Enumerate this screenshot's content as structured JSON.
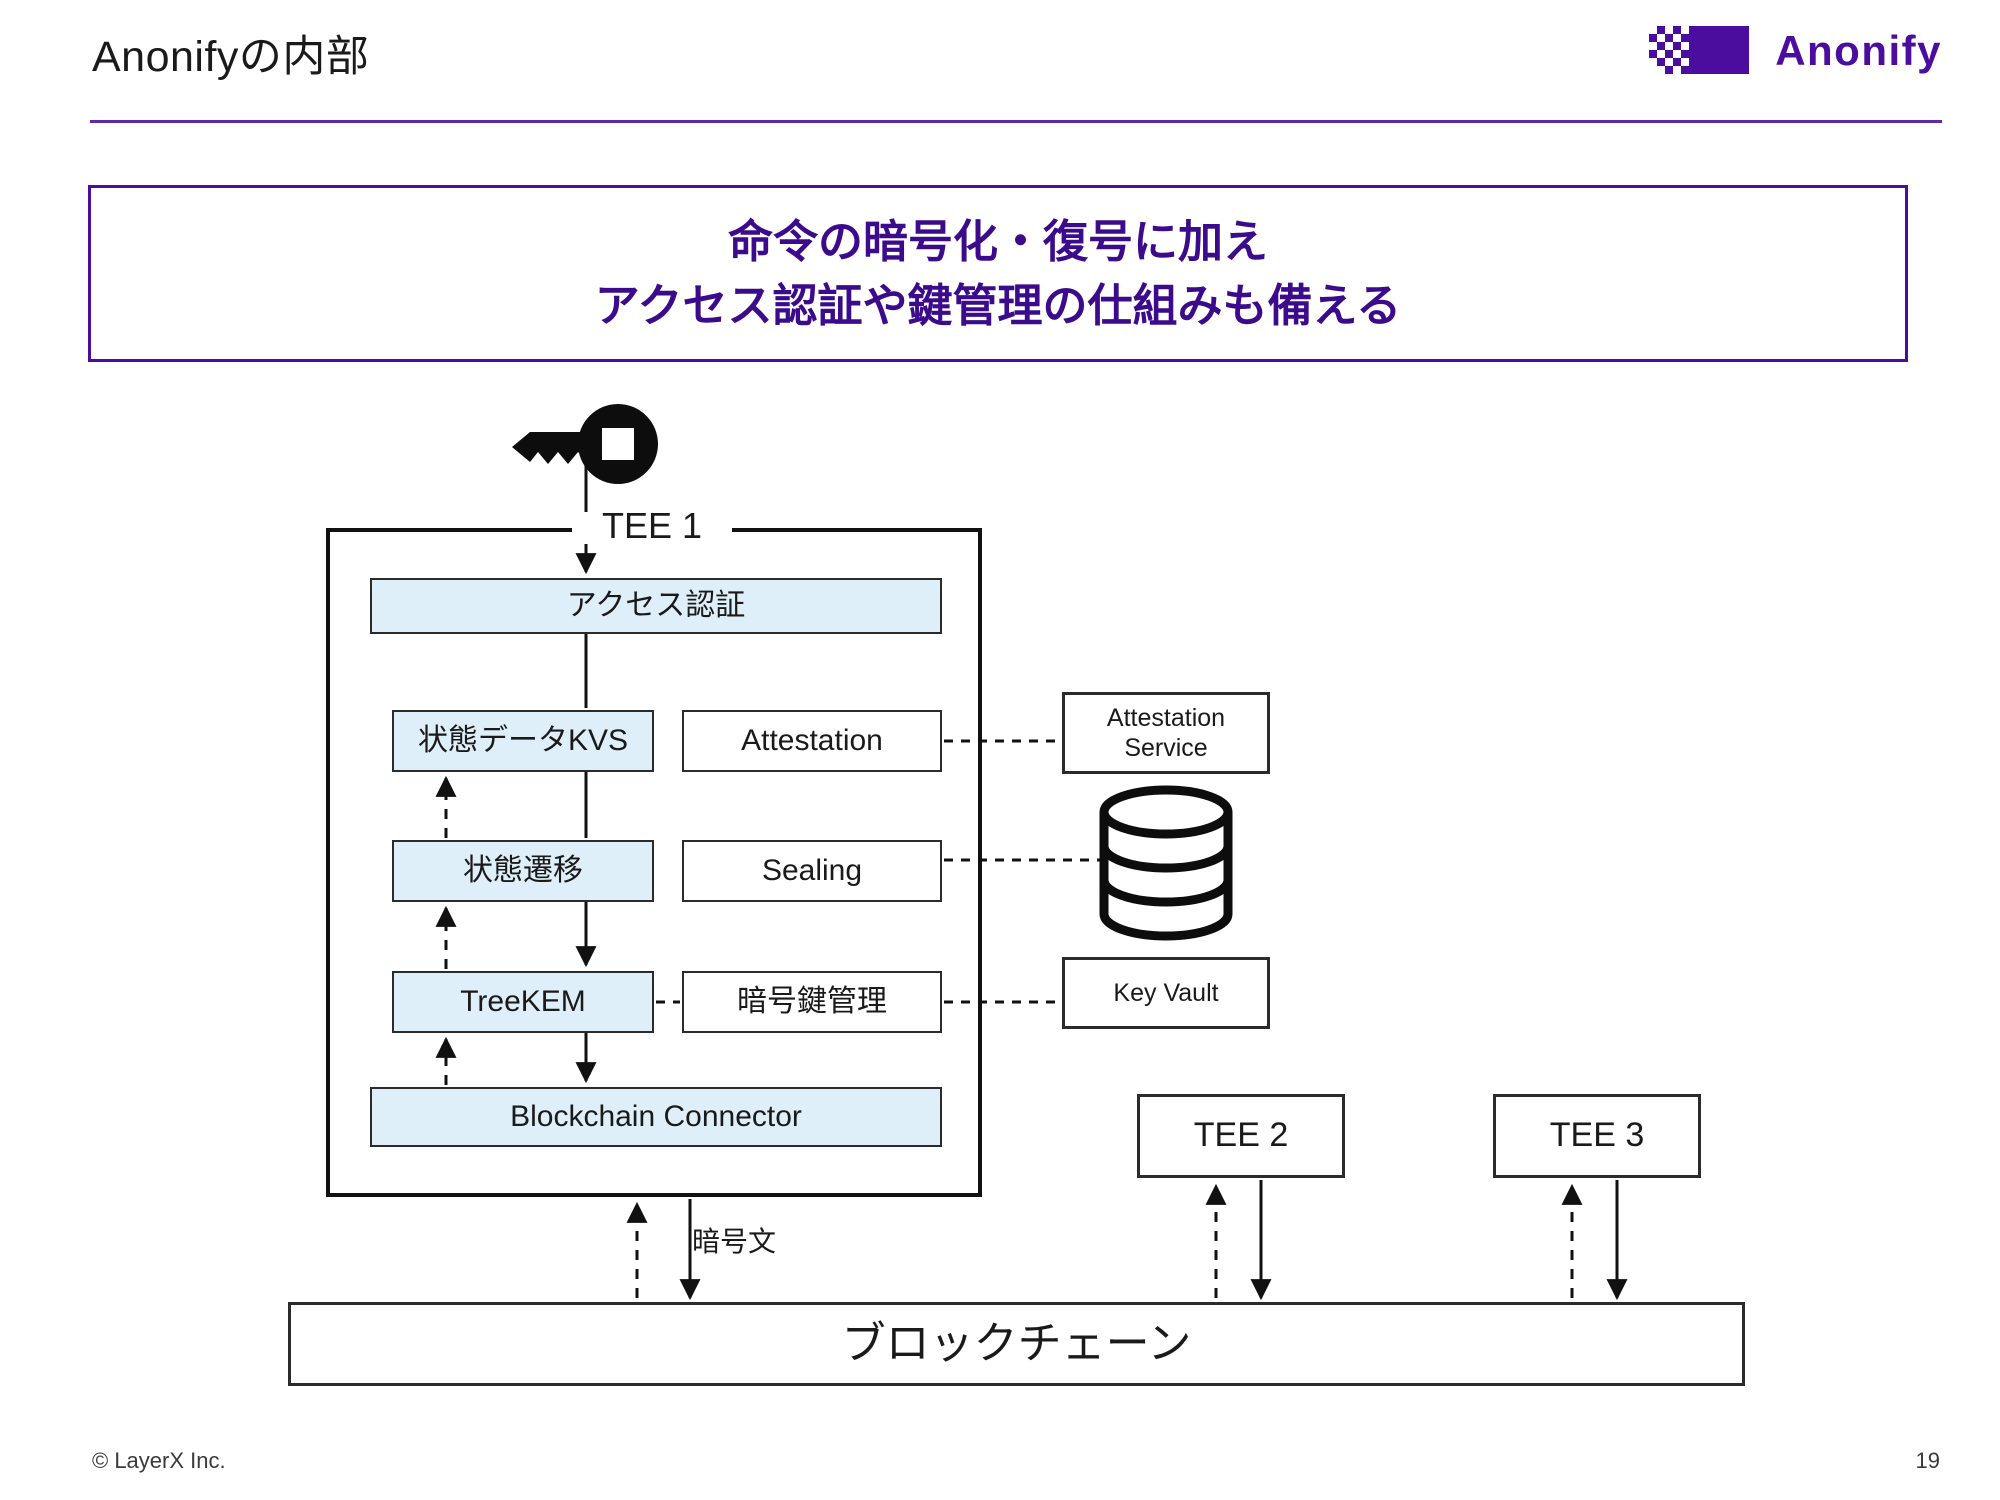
{
  "header": {
    "title": "Anonifyの内部",
    "brand_name": "Anonify",
    "brand_color": "#4B0D9E",
    "rule_color": "#5B2BA8"
  },
  "callout": {
    "border_color": "#4B0D9E",
    "text_color": "#3B0B8C",
    "lines": [
      "命令の暗号化・復号に加え",
      "アクセス認証や鍵管理の仕組みも備える"
    ]
  },
  "diagram": {
    "fill_color": "#DFEFF9",
    "stroke_color": "#2b2b2b",
    "enclave": {
      "label": "TEE 1"
    },
    "internal_boxes": [
      {
        "key": "access",
        "label": "アクセス認証"
      },
      {
        "key": "kvs",
        "label": "状態データKVS"
      },
      {
        "key": "transit",
        "label": "状態遷移"
      },
      {
        "key": "treekem",
        "label": "TreeKEM"
      },
      {
        "key": "connector",
        "label": "Blockchain Connector"
      }
    ],
    "service_boxes": [
      {
        "key": "attestation",
        "label": "Attestation"
      },
      {
        "key": "sealing",
        "label": "Sealing"
      },
      {
        "key": "keymgmt",
        "label": "暗号鍵管理"
      }
    ],
    "external_boxes": [
      {
        "key": "attestation_service",
        "line1": "Attestation",
        "line2": "Service"
      },
      {
        "key": "key_vault",
        "label": "Key Vault"
      }
    ],
    "peer_enclaves": [
      {
        "key": "tee2",
        "label": "TEE 2"
      },
      {
        "key": "tee3",
        "label": "TEE 3"
      }
    ],
    "ledger": {
      "label": "ブロックチェーン"
    },
    "edge_labels": [
      {
        "key": "ciphertext",
        "label": "暗号文"
      }
    ],
    "icons": [
      {
        "key": "key-icon",
        "name": "key-icon"
      },
      {
        "key": "database-icon",
        "name": "database-cylinder-icon"
      }
    ]
  },
  "footer": {
    "copyright": "© LayerX Inc.",
    "page_number": "19"
  }
}
